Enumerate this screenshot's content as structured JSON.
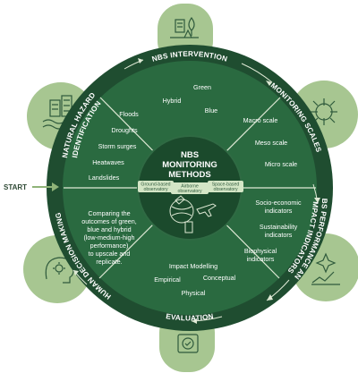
{
  "start": {
    "label": "START"
  },
  "center": {
    "title_line1": "NBS",
    "title_line2": "MONITORING",
    "title_line3": "METHODS",
    "airborne_line1": "Airborne",
    "airborne_line2": "observatory",
    "ground_line1": "Ground-based",
    "ground_line2": "observatory",
    "space_line1": "Space-based",
    "space_line2": "observatory"
  },
  "ring_titles": {
    "nbs_intervention": "NBS INTERVENTION",
    "monitoring_scales": "MONITORING SCALES",
    "performance_line1": "NBS PERFORMANCE AND",
    "performance_line2": "IMPACT INDICATORS",
    "evaluation": "EVALUATION",
    "human_decision": "HUMAN DECISION MAKING",
    "hazard_line1": "NATURAL HAZARD",
    "hazard_line2": "IDENTIFICATION"
  },
  "segments": {
    "intervention": [
      "Green",
      "Hybrid",
      "Blue"
    ],
    "scales": [
      "Macro scale",
      "Meso scale",
      "Micro scale"
    ],
    "indicators": [
      "Socio-economic",
      "indicators",
      "Sustainability",
      "indicators",
      "Biophysical",
      "indicators"
    ],
    "evaluation": [
      "Impact Modelling",
      "Empirical",
      "Conceptual",
      "Physical"
    ],
    "decision": [
      "Comparing the",
      "outcomes of green,",
      "blue and hybrid",
      "(low-medium-high",
      "performance)",
      "to upscale and",
      "replicate."
    ],
    "hazards": [
      "Floods",
      "Droughts",
      "Storm surges",
      "Heatwaves",
      "Landslides"
    ]
  },
  "icons": [
    "intervention-icon",
    "monitoring-icon",
    "indicators-icon",
    "evaluation-icon",
    "decision-icon",
    "hazard-icon"
  ],
  "colors": {
    "ring_dark": "#1f4d30",
    "segment": "#2a6a40",
    "center": "#1b4a2c",
    "inner_box": "#d4e6c6",
    "petal": "#a7c691",
    "petal_edge": "#8fb378",
    "arrow": "#dfe9d5"
  }
}
